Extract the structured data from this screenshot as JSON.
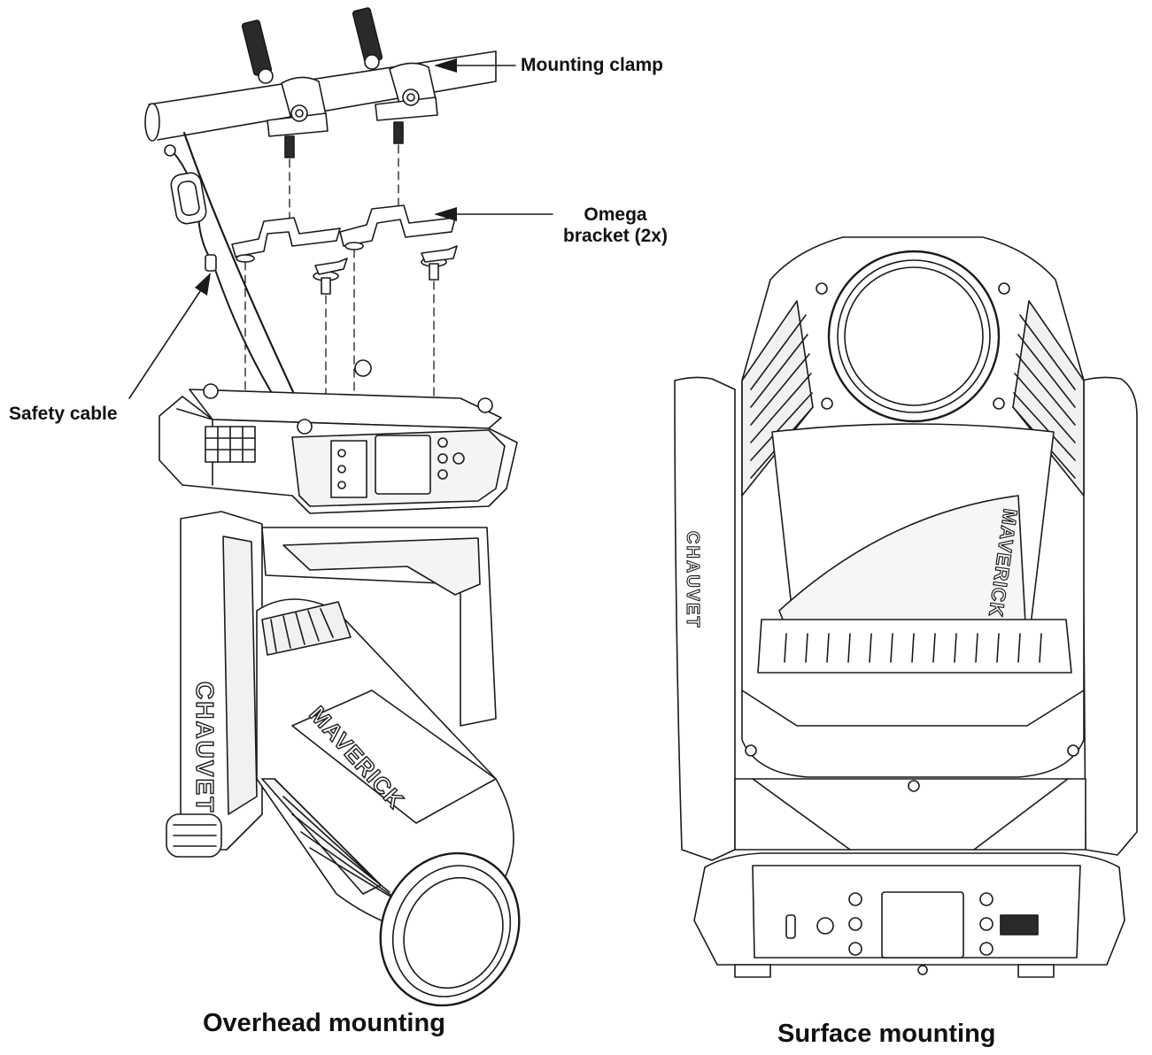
{
  "labels": {
    "mounting_clamp": "Mounting clamp",
    "omega_bracket_line1": "Omega",
    "omega_bracket_line2": "bracket (2x)",
    "safety_cable": "Safety cable"
  },
  "captions": {
    "overhead": "Overhead mounting",
    "surface": "Surface mounting"
  },
  "fixture_markings": {
    "arm_brand": "CHAUVET",
    "head_model": "MAVERICK"
  },
  "colors": {
    "line": "#1a1a1a",
    "fill": "#ffffff",
    "shade": "#e8e8e8",
    "dark": "#2a2a2a"
  }
}
